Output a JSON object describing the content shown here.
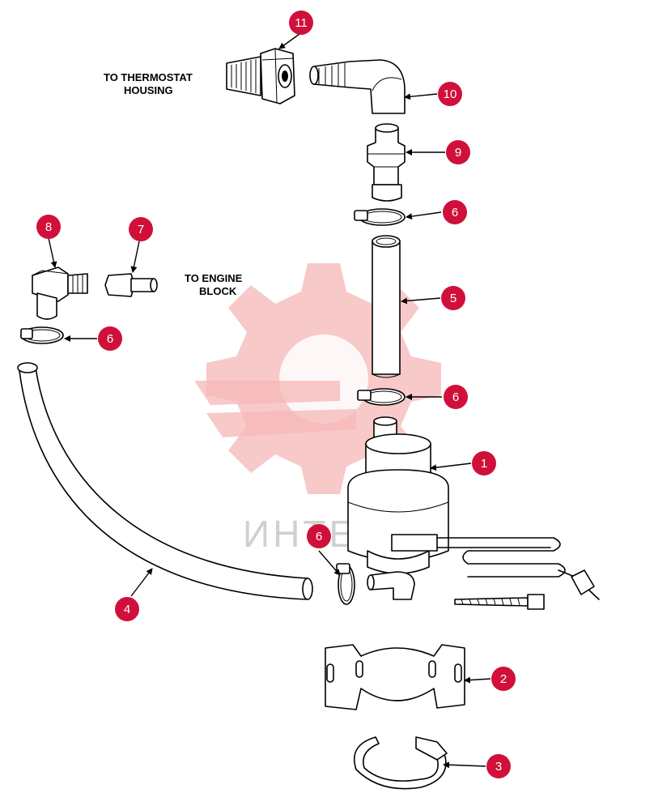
{
  "labels": {
    "thermostat_line1": "TO THERMOSTAT",
    "thermostat_line2": "HOUSING",
    "engine_line1": "TO ENGINE",
    "engine_line2": "BLOCK"
  },
  "watermark": {
    "text": "ИНТЕХ"
  },
  "colors": {
    "badge": "#d0103a",
    "watermark": "#f6b0b0"
  },
  "callouts": [
    "11",
    "10",
    "9",
    "6",
    "8",
    "7",
    "6",
    "5",
    "6",
    "1",
    "6",
    "4",
    "2",
    "3"
  ]
}
